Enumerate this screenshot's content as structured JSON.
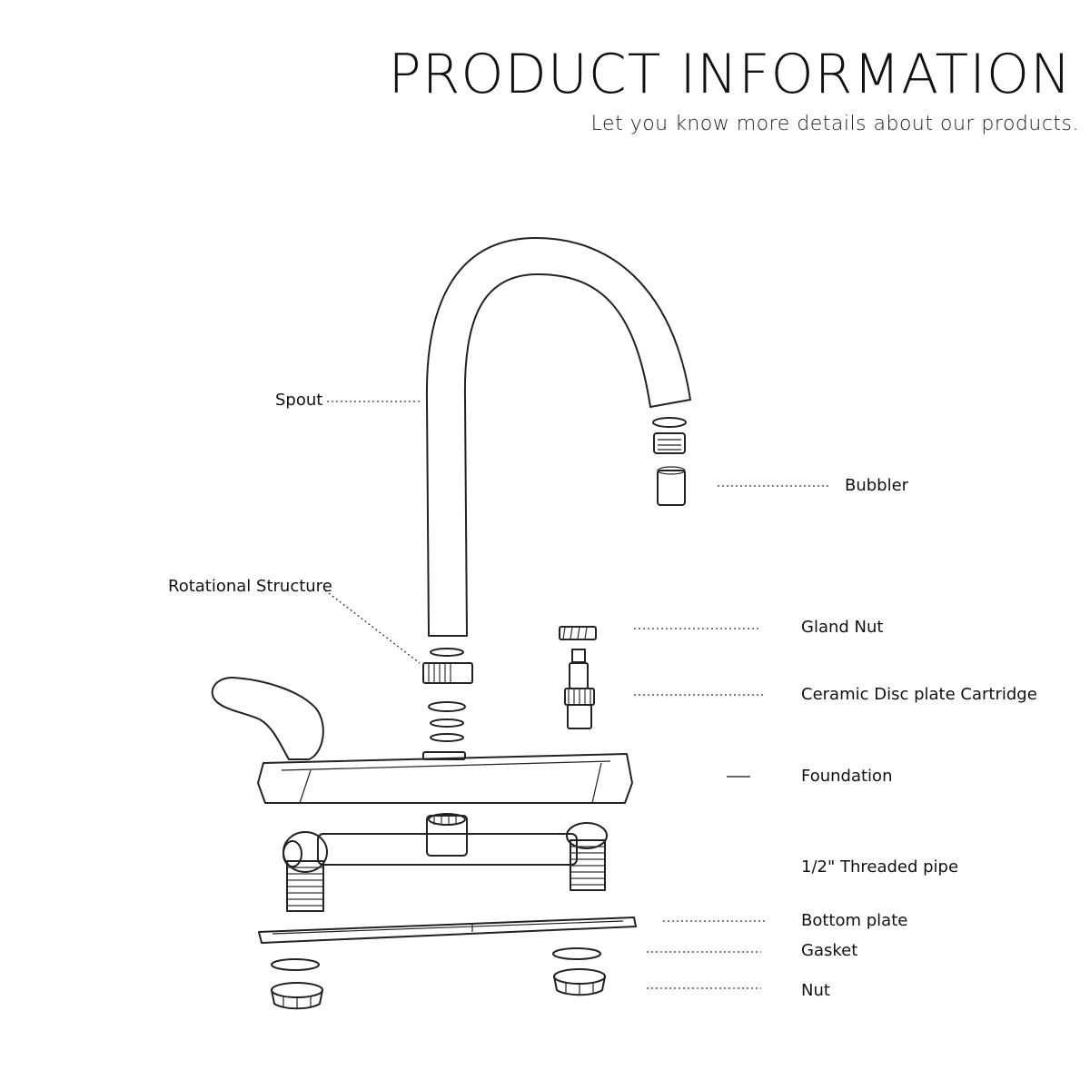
{
  "header": {
    "title": "PRODUCT INFORMATION",
    "subtitle": "Let you know more details about our products."
  },
  "labels": {
    "spout": "Spout",
    "bubbler": "Bubbler",
    "rotational_structure": "Rotational Structure",
    "gland_nut": "Gland Nut",
    "cartridge": "Ceramic Disc plate Cartridge",
    "foundation": "Foundation",
    "threaded_pipe": "1/2\" Threaded pipe",
    "bottom_plate": "Bottom plate",
    "gasket": "Gasket",
    "nut": "Nut"
  },
  "colors": {
    "line": "#222222",
    "background": "#ffffff"
  }
}
